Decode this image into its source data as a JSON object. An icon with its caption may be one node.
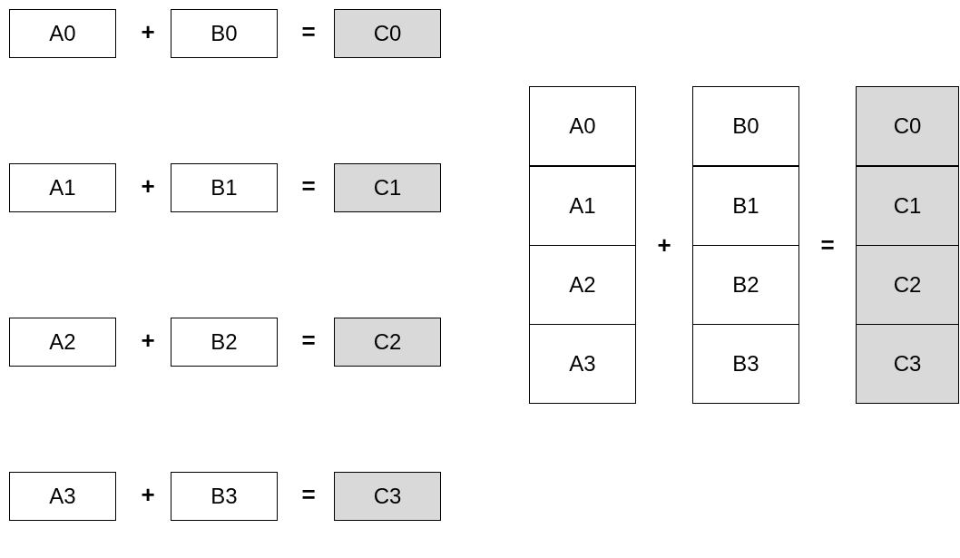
{
  "diagram": {
    "nodes": [
      {
        "text": [
          "A0"
        ]
      },
      {
        "text": [
          "B0"
        ]
      },
      {
        "text": [
          "C0"
        ]
      },
      {
        "text": [
          "A1"
        ]
      },
      {
        "text": [
          "B1"
        ]
      },
      {
        "text": [
          "C1"
        ]
      },
      {
        "text": [
          "A2"
        ]
      },
      {
        "text": [
          "B2"
        ]
      },
      {
        "text": [
          "C2"
        ]
      },
      {
        "text": [
          "A3"
        ]
      },
      {
        "text": [
          "B3"
        ]
      },
      {
        "text": [
          "C3"
        ]
      },
      {
        "text": [
          "A0"
        ]
      },
      {
        "text": [
          "B0"
        ]
      },
      {
        "text": [
          "C0"
        ]
      },
      {
        "text": [
          "A1"
        ]
      },
      {
        "text": [
          "B1"
        ]
      },
      {
        "text": [
          "C1"
        ]
      },
      {
        "text": [
          "A2"
        ]
      },
      {
        "text": [
          "B2"
        ]
      },
      {
        "text": [
          "C2"
        ]
      },
      {
        "text": [
          "A3"
        ]
      },
      {
        "text": [
          "B3"
        ]
      },
      {
        "text": [
          "C3"
        ]
      }
    ],
    "labels": [
      "+",
      "=",
      "+",
      "=",
      "+",
      "=",
      "+",
      "=",
      "+",
      "="
    ]
  }
}
